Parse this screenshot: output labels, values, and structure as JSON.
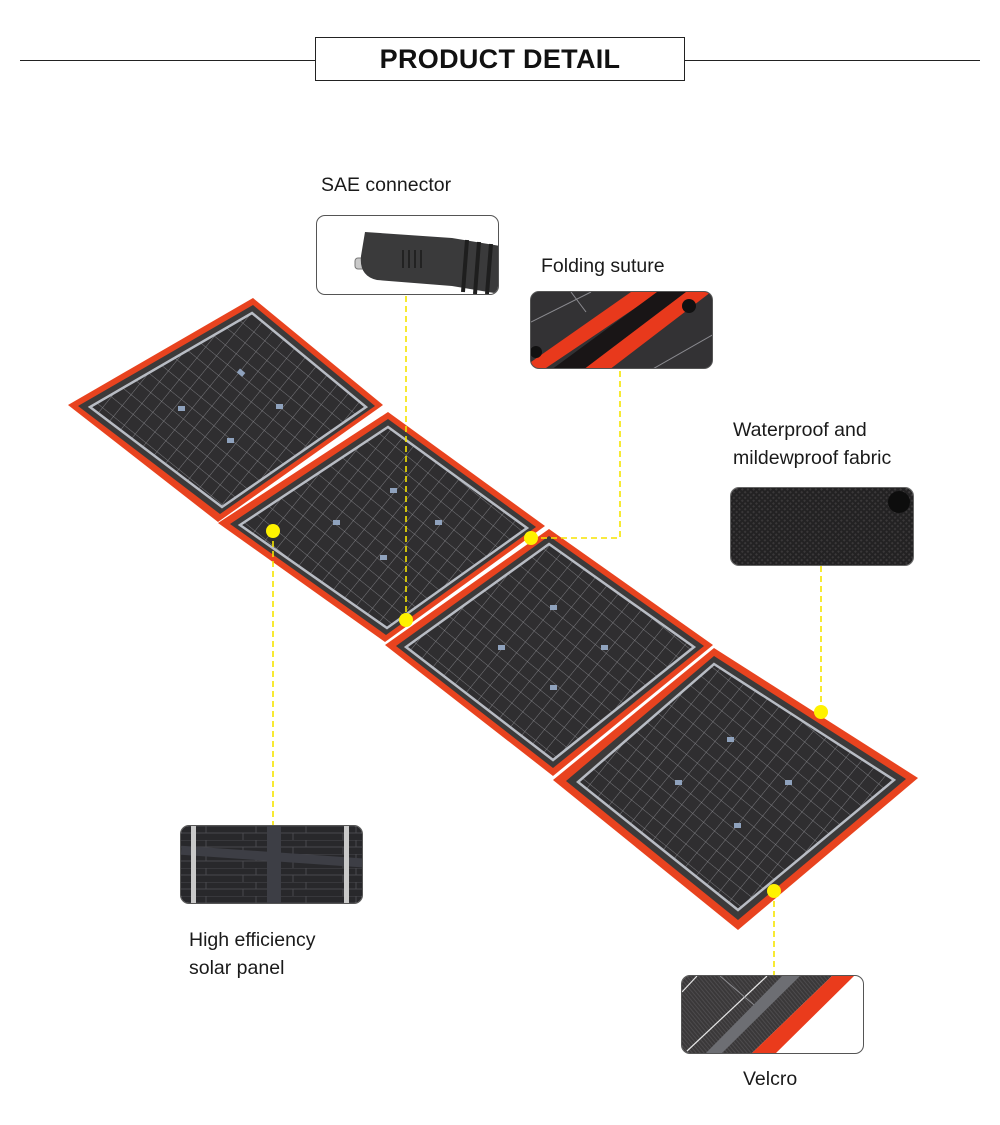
{
  "header": {
    "title": "PRODUCT DETAIL"
  },
  "callouts": [
    {
      "id": "sae",
      "label": "SAE connector"
    },
    {
      "id": "folding",
      "label": "Folding suture"
    },
    {
      "id": "fabric",
      "label_line1": "Waterproof and",
      "label_line2": "mildewproof fabric"
    },
    {
      "id": "efficiency",
      "label_line1": "High efficiency",
      "label_line2": "solar panel"
    },
    {
      "id": "velcro",
      "label": "Velcro"
    }
  ],
  "colors": {
    "frame_red": "#e8431f",
    "cell_dark": "#2e2d2f",
    "leader_yellow": "#f5e400",
    "dot_yellow": "#fff200"
  },
  "product": {
    "panel_count": 4
  }
}
